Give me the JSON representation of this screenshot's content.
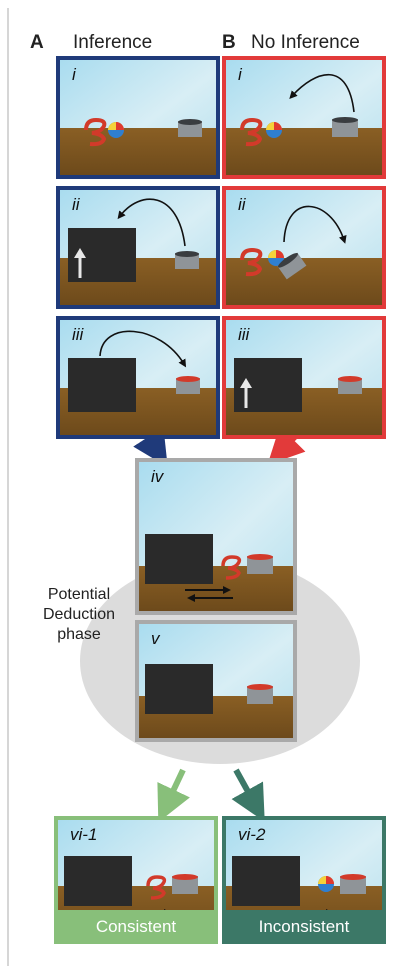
{
  "columns": {
    "a": {
      "letter": "A",
      "title": "Inference"
    },
    "b": {
      "letter": "B",
      "title": "No Inference"
    }
  },
  "panels": {
    "a1": "i",
    "a2": "ii",
    "a3": "iii",
    "b1": "i",
    "b2": "ii",
    "b3": "iii",
    "iv": "iv",
    "v": "v",
    "vi1": "vi-1",
    "vi2": "vi-2"
  },
  "phase_label": "Potential\nDeduction\nphase",
  "outcomes": {
    "consistent": "Consistent",
    "inconsistent": "Inconsistent"
  },
  "colors": {
    "inference": "#1f3a7a",
    "no_inference": "#e23a3a",
    "deduction": "#a9a9a9",
    "consistent": "#88bf7a",
    "inconsistent": "#3c7867"
  }
}
